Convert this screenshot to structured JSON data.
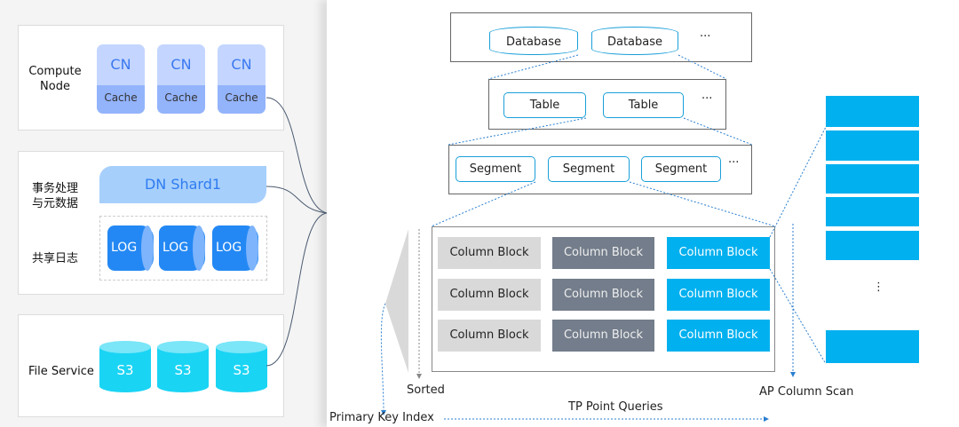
{
  "left": {
    "compute": {
      "label": "Compute Node",
      "nodes": [
        {
          "name": "CN",
          "cache": "Cache"
        },
        {
          "name": "CN",
          "cache": "Cache"
        },
        {
          "name": "CN",
          "cache": "Cache"
        }
      ]
    },
    "dn": {
      "label1": "事务处理",
      "label2": "与元数据",
      "shard": "DN Shard1",
      "log_label": "共享日志",
      "logs": [
        "LOG",
        "LOG",
        "LOG"
      ]
    },
    "file": {
      "label": "File Service",
      "stores": [
        "S3",
        "S3",
        "S3"
      ]
    }
  },
  "right": {
    "databases": [
      "Database",
      "Database"
    ],
    "db_more": "...",
    "tables": [
      "Table",
      "Table"
    ],
    "table_more": "...",
    "segments": [
      "Segment",
      "Segment",
      "Segment"
    ],
    "segment_more": "...",
    "block_label": "Column Block",
    "sorted": "Sorted",
    "ap": "AP Column Scan",
    "tp": "TP Point Queries",
    "pk": "Primary Key Index",
    "vdots": "⋮"
  },
  "colors": {
    "light_block": "#d9d9d9",
    "dark_block": "#737d8b",
    "blue_block": "#00b0ef",
    "accent": "#1a9fd9"
  }
}
